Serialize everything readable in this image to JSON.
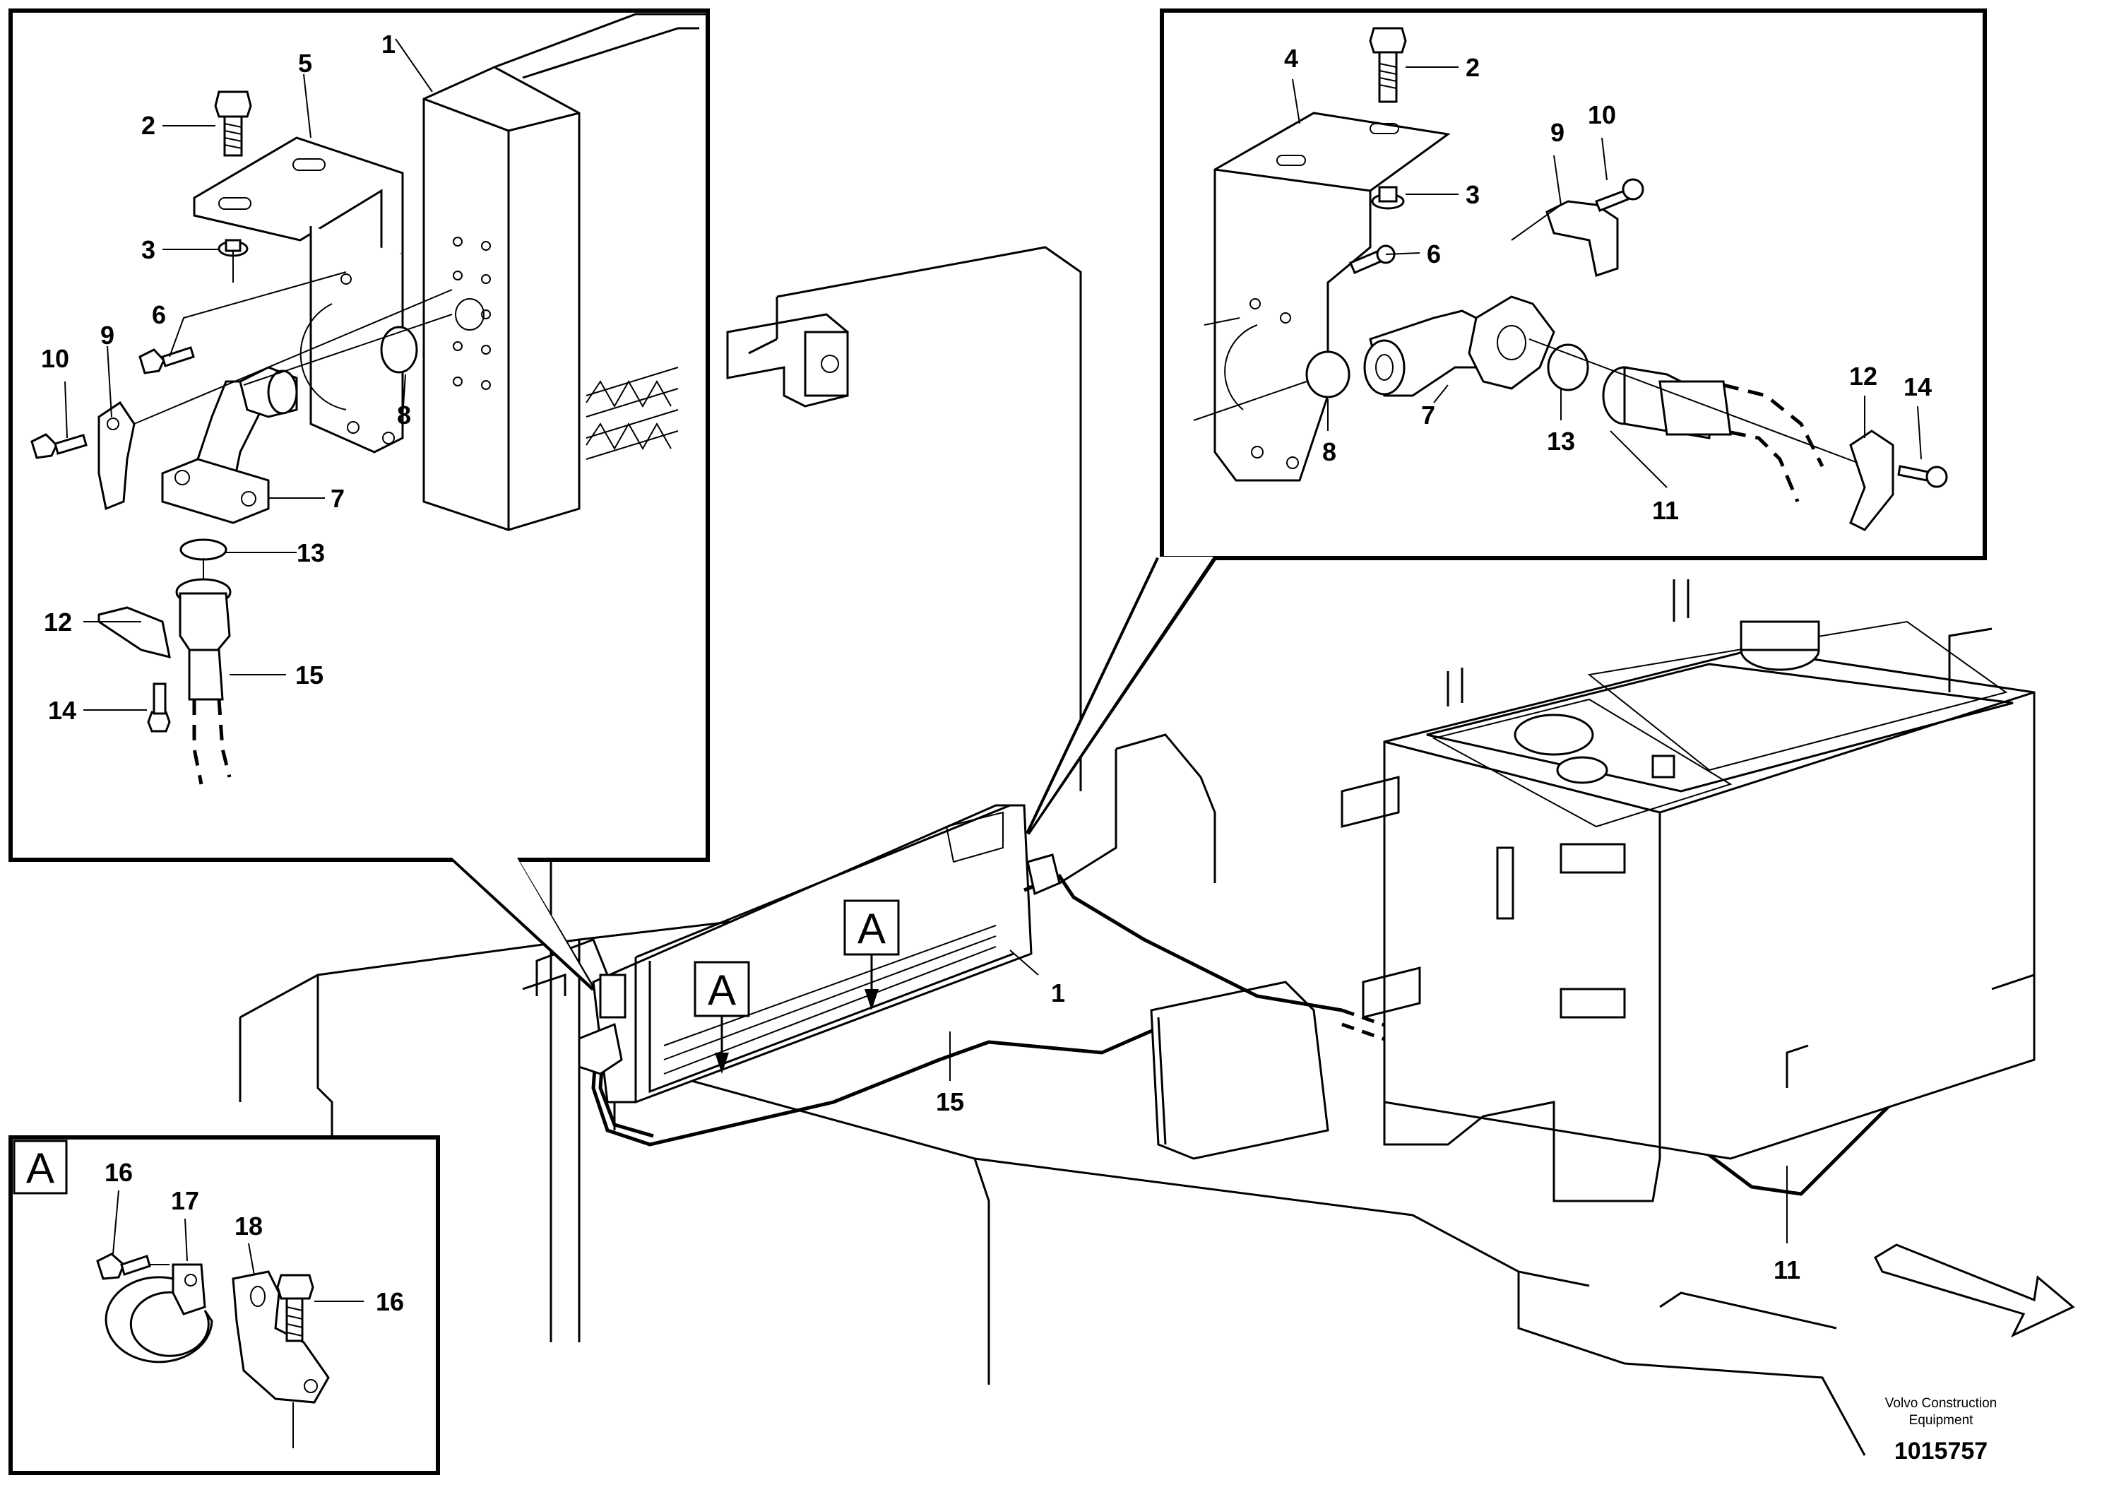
{
  "labels": {
    "inset_left": [
      "1",
      "5",
      "2",
      "3",
      "6",
      "10",
      "9",
      "8",
      "7",
      "13",
      "12",
      "15",
      "14"
    ],
    "inset_right": [
      "4",
      "2",
      "3",
      "6",
      "9",
      "10",
      "8",
      "7",
      "13",
      "12",
      "14",
      "11"
    ],
    "inset_a": [
      "16",
      "17",
      "18",
      "16"
    ],
    "main": [
      "1",
      "15",
      "11"
    ]
  },
  "callout_letter": "A",
  "brand": {
    "line1": "Volvo Construction",
    "line2": "Equipment"
  },
  "doc_number": "1015757"
}
